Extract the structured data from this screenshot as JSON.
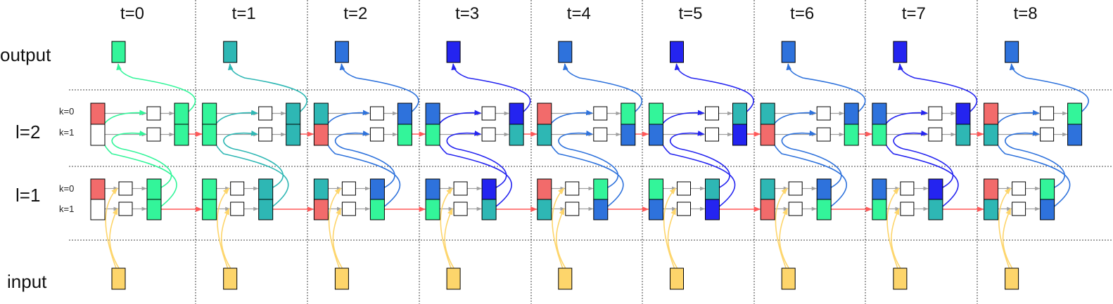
{
  "rows": {
    "output": "output",
    "l2": "l=2",
    "l1": "l=1",
    "input": "input"
  },
  "k_labels": [
    "k=0",
    "k=1"
  ],
  "timesteps": [
    "t=0",
    "t=1",
    "t=2",
    "t=3",
    "t=4",
    "t=5",
    "t=6",
    "t=7",
    "t=8"
  ],
  "colors": {
    "init": "#f26b6b",
    "green": "#33f59a",
    "teal": "#2eb7b4",
    "blue": "#2e72dc",
    "deep_blue": "#2424f0",
    "input": "#fdd56b",
    "empty": "#ffffff",
    "arrow": "#a0a0a0",
    "carry": "#ff5a5a"
  },
  "step_colors": [
    "green",
    "teal",
    "blue",
    "deep_blue",
    "blue",
    "deep_blue",
    "blue",
    "deep_blue",
    "blue"
  ],
  "l1_inputs": [
    [
      "init",
      "empty"
    ],
    [
      "green",
      "green"
    ],
    [
      "teal",
      "init"
    ],
    [
      "blue",
      "green"
    ],
    [
      "init",
      "teal"
    ],
    [
      "green",
      "blue"
    ],
    [
      "teal",
      "init"
    ],
    [
      "blue",
      "green"
    ],
    [
      "init",
      "teal"
    ]
  ],
  "l1_outputs": [
    [
      "green",
      "green"
    ],
    [
      "teal",
      "teal"
    ],
    [
      "blue",
      "green"
    ],
    [
      "deep_blue",
      "teal"
    ],
    [
      "green",
      "blue"
    ],
    [
      "teal",
      "deep_blue"
    ],
    [
      "blue",
      "green"
    ],
    [
      "deep_blue",
      "teal"
    ],
    [
      "green",
      "blue"
    ]
  ],
  "l2_inputs": [
    [
      "init",
      "empty"
    ],
    [
      "green",
      "green"
    ],
    [
      "teal",
      "init"
    ],
    [
      "blue",
      "green"
    ],
    [
      "init",
      "teal"
    ],
    [
      "green",
      "blue"
    ],
    [
      "teal",
      "init"
    ],
    [
      "blue",
      "green"
    ],
    [
      "init",
      "teal"
    ]
  ],
  "l2_outputs": [
    [
      "green",
      "green"
    ],
    [
      "teal",
      "teal"
    ],
    [
      "blue",
      "green"
    ],
    [
      "deep_blue",
      "teal"
    ],
    [
      "green",
      "blue"
    ],
    [
      "teal",
      "deep_blue"
    ],
    [
      "blue",
      "green"
    ],
    [
      "deep_blue",
      "teal"
    ],
    [
      "green",
      "blue"
    ]
  ]
}
